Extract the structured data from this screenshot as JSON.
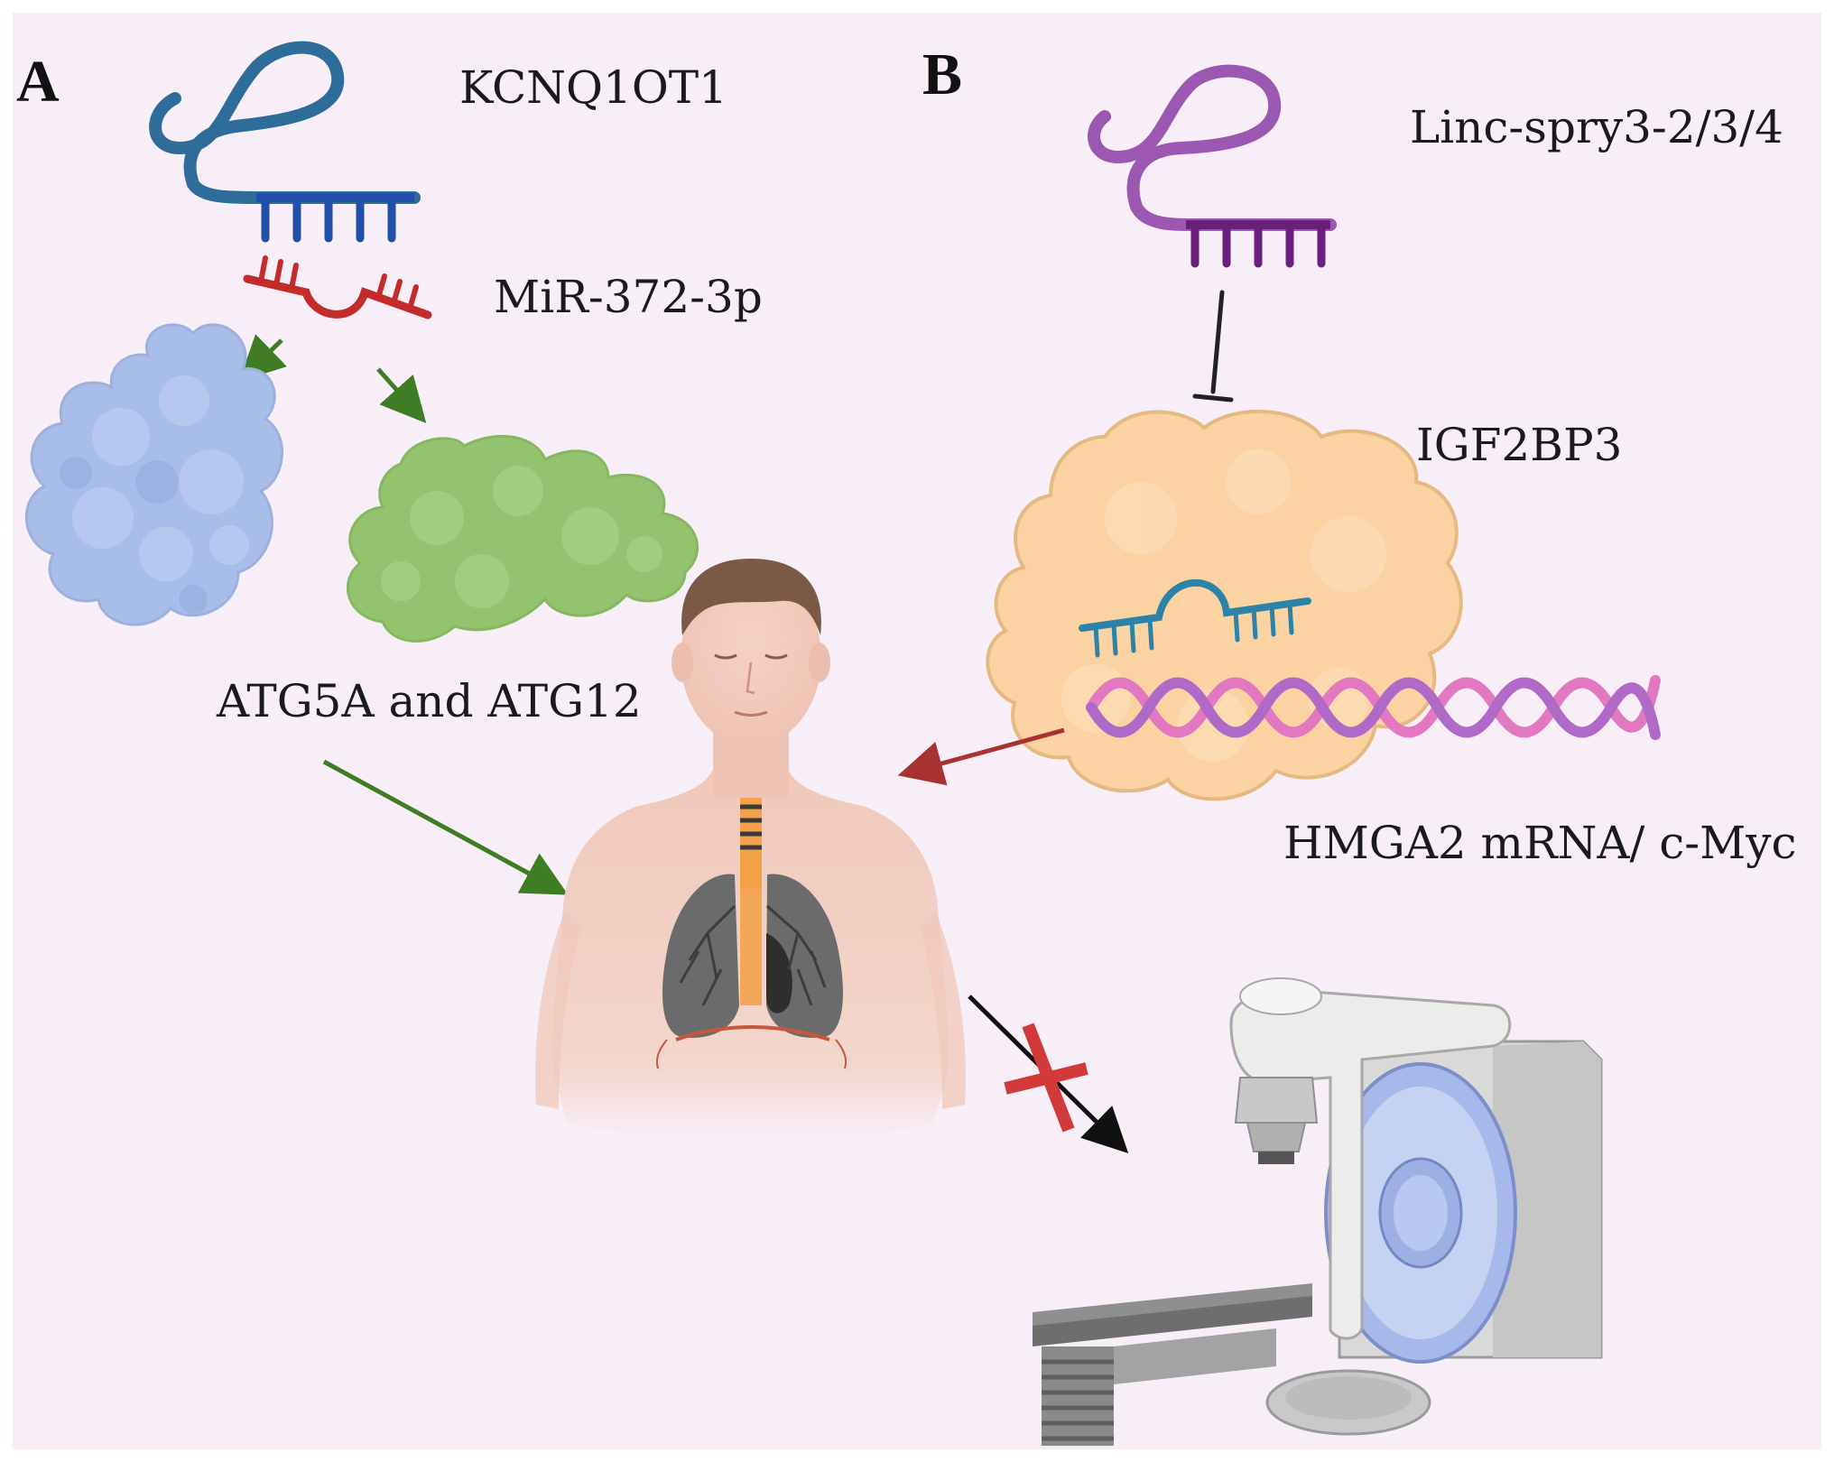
{
  "panels": {
    "a": {
      "letter": "A"
    },
    "b": {
      "letter": "B"
    }
  },
  "labels": {
    "kcnq1ot1": "KCNQ1OT1",
    "mir372": "MiR-372-3p",
    "atg": "ATG5A and ATG12",
    "linc": "Linc-spry3-2/3/4",
    "igf2bp3": "IGF2BP3",
    "hmga2": "HMGA2 mRNA/ c-Myc"
  },
  "colors": {
    "background": "#f8eef7",
    "kcnq1ot1_rna": "#2e6d9a",
    "kcnq1ot1_teeth": "#1f4fa8",
    "mirna": "#c42b2b",
    "linc_rna": "#9b57b2",
    "linc_teeth": "#6b1f7c",
    "atg5a_protein": "#a9bde9",
    "atg12_protein": "#8fc06a",
    "igf2bp3_protein": "#fbd3a2",
    "mrna_in_protein": "#2c83a7",
    "dna_helix": "#c86fc4",
    "arrow_green": "#3e7d23",
    "arrow_red": "#a83232",
    "inhibit_line": "#222222",
    "block_cross": "#d23a3a"
  },
  "icons": [
    "rna-hairpin-icon",
    "mirna-icon",
    "protein-blob-icon",
    "human-body-lungs-icon",
    "dna-helix-icon",
    "radiotherapy-machine-icon",
    "inhibition-bar-icon",
    "blocked-arrow-icon"
  ]
}
